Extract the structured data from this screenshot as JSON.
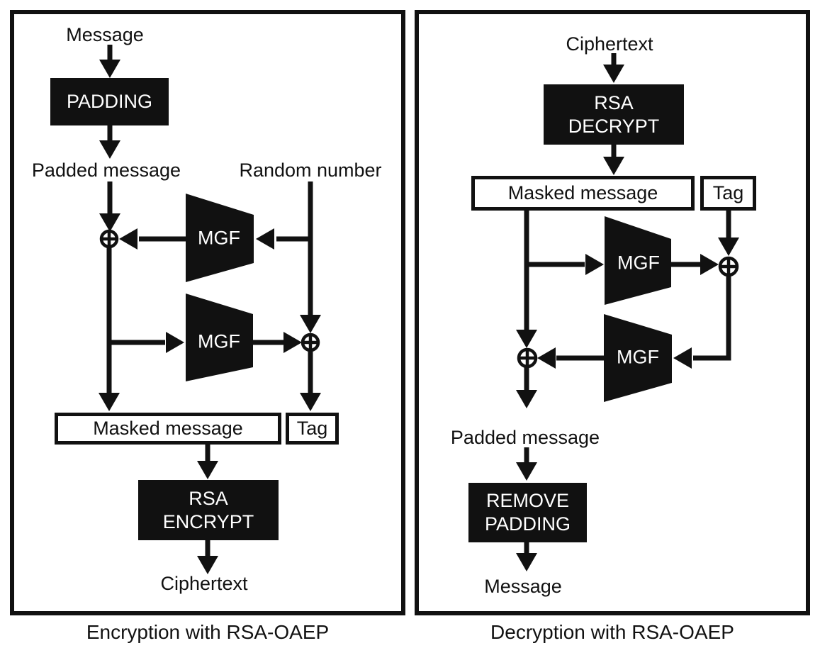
{
  "panels": {
    "encryption": {
      "caption": "Encryption with RSA-OAEP",
      "labels": {
        "input": "Message",
        "padded": "Padded message",
        "random": "Random number",
        "output": "Ciphertext"
      },
      "boxes": {
        "padding": "PADDING",
        "masked": "Masked message",
        "tag": "Tag",
        "rsa_line1": "RSA",
        "rsa_line2": "ENCRYPT"
      },
      "mgf_top": "MGF",
      "mgf_bottom": "MGF"
    },
    "decryption": {
      "caption": "Decryption with RSA-OAEP",
      "labels": {
        "input": "Ciphertext",
        "padded": "Padded message",
        "output": "Message"
      },
      "boxes": {
        "masked": "Masked message",
        "tag": "Tag",
        "rsa_line1": "RSA",
        "rsa_line2": "DECRYPT",
        "remove_line1": "REMOVE",
        "remove_line2": "PADDING"
      },
      "mgf_top": "MGF",
      "mgf_bottom": "MGF"
    }
  },
  "icons": {
    "xor": "circled-plus"
  },
  "colors": {
    "ink": "#111111",
    "background": "#ffffff",
    "box_text": "#ffffff"
  }
}
